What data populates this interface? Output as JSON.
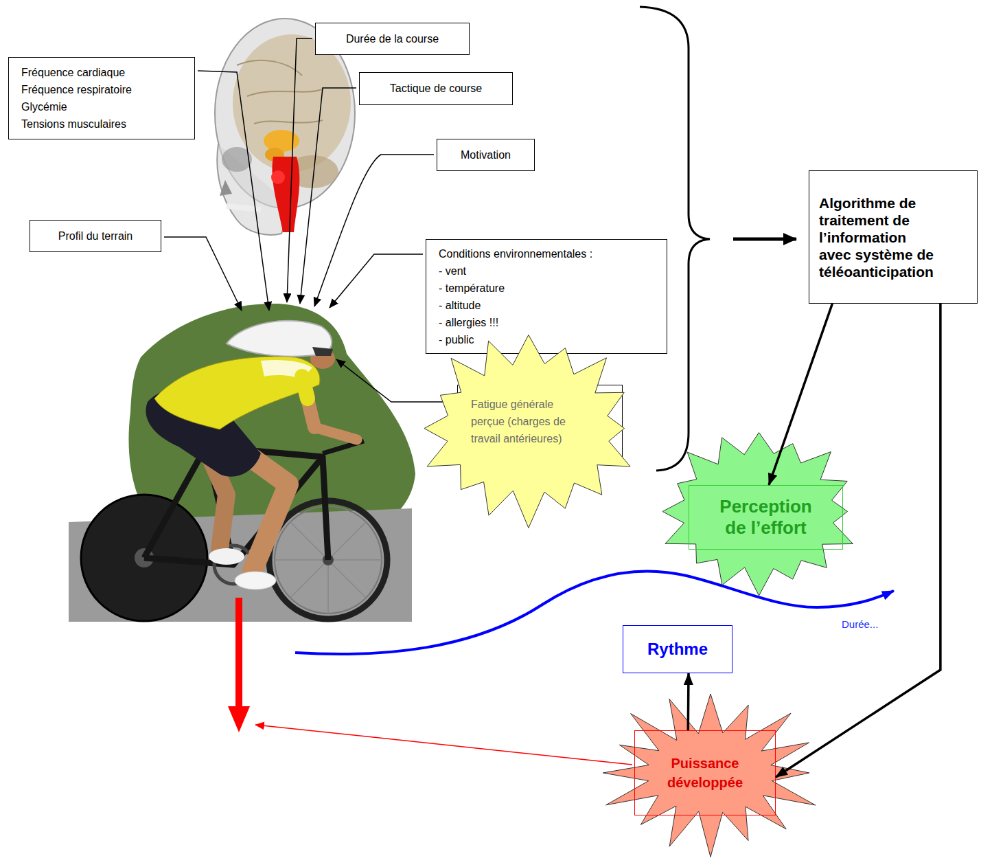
{
  "diagram": {
    "nodes": [
      {
        "text": [
          "Fréquence cardiaque",
          "Fréquence respiratoire",
          "Glycémie",
          "Tensions musculaires"
        ]
      },
      {
        "text": [
          "Durée de la course"
        ]
      },
      {
        "text": [
          "Tactique de course"
        ]
      },
      {
        "text": [
          "Motivation"
        ]
      },
      {
        "text": [
          "Algorithme de traitement de l’information avec système de téléoanticipation"
        ]
      },
      {
        "text": [
          "Profil du terrain"
        ]
      },
      {
        "text": [
          "Conditions environnementales :",
          "- vent",
          "- température",
          "- altitude",
          "- allergies !!!",
          "- public"
        ]
      },
      {
        "text": [
          "Fatigue générale perçue (charges de travail antérieures)"
        ]
      },
      {
        "text": [
          "Perception de l’effort"
        ]
      },
      {
        "text": [
          "Rythme"
        ]
      },
      {
        "text": [
          "Puissance développée"
        ]
      }
    ],
    "edges": [
      {
        "from": 4,
        "to": 8,
        "arrow": "to"
      },
      {
        "from": 4,
        "to": 10,
        "arrow": "to"
      },
      {
        "from": 10,
        "to": 9,
        "arrow": "to"
      }
    ],
    "labels": [
      "Durée..."
    ]
  }
}
